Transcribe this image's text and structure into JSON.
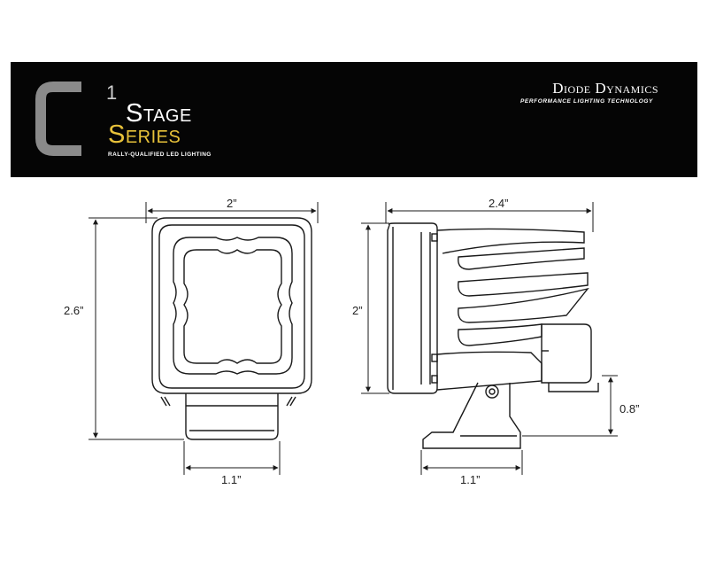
{
  "logo": {
    "big": "C",
    "superscript": "1",
    "stage": "Stage",
    "series": "Series",
    "tagline": "RALLY-QUALIFIED LED LIGHTING"
  },
  "brand": {
    "name": "Diode Dynamics",
    "tagline": "PERFORMANCE LIGHTING TECHNOLOGY"
  },
  "dimensions": {
    "front_width": "2”",
    "front_height": "2.6”",
    "front_bracket_width": "1.1”",
    "side_depth": "2.4”",
    "side_height": "2”",
    "side_bracket_height": "0.8”",
    "side_bracket_width": "1.1”"
  },
  "colors": {
    "banner_bg": "#050505",
    "logo_grey": "#8a8a8a",
    "logo_gold": "#e8c23a",
    "line": "#1a1a1a"
  }
}
